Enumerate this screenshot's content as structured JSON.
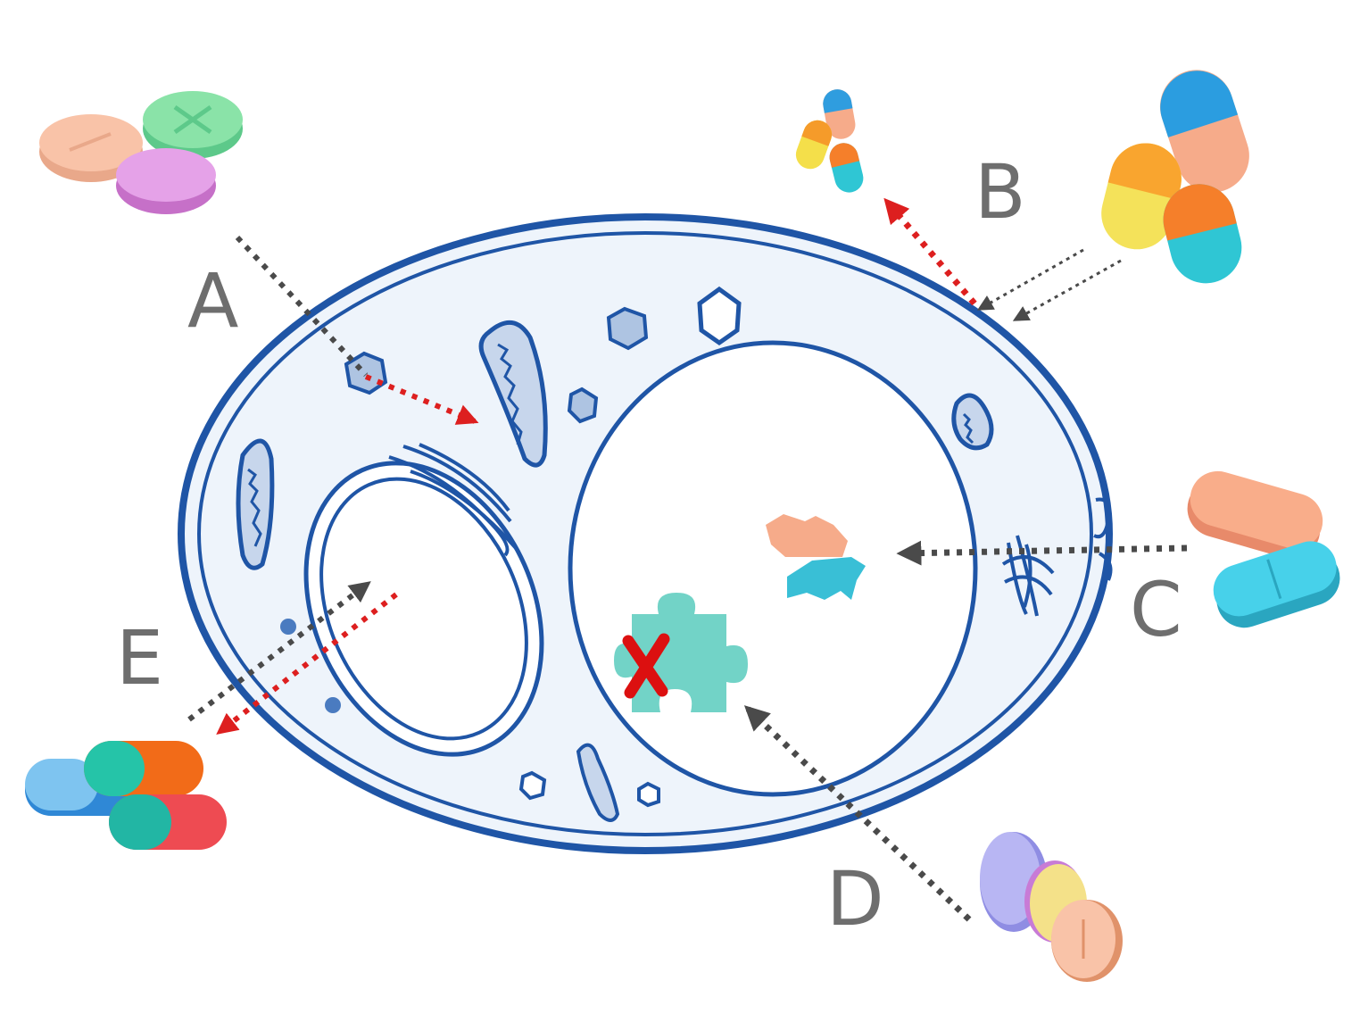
{
  "labels": {
    "A": "A",
    "B": "B",
    "C": "C",
    "D": "D",
    "E": "E"
  },
  "colors": {
    "membrane": "#1f55a6",
    "cytoplasm": "#eef4fb",
    "organelle_fill": "#aec4e2",
    "arrow_red": "#dd1f1f",
    "arrow_black": "#4a4a4a",
    "label_gray": "#6e6e6e",
    "target_teal": "#72d3c7",
    "block_x": "#dc1010"
  },
  "icons": [
    "tablet-stack-icon",
    "small-capsules-icon",
    "capsule-cluster-icon",
    "oval-tablets-icon",
    "round-tablet-stack-icon",
    "colored-capsules-icon",
    "puzzle-target-icon",
    "blocked-x-icon",
    "broken-target-icon"
  ]
}
